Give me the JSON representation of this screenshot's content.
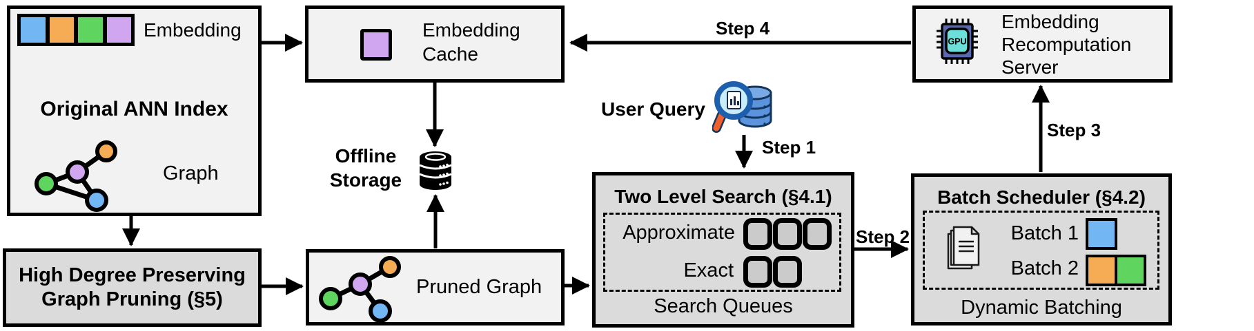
{
  "ann_index": {
    "title": "Original ANN Index",
    "embedding_label": "Embedding",
    "graph_label": "Graph"
  },
  "embedding_cache": {
    "label": "Embedding Cache"
  },
  "offline_storage": {
    "label": "Offline Storage"
  },
  "user_query": {
    "label": "User Query"
  },
  "two_level_search": {
    "title": "Two Level Search (§4.1)",
    "approximate_label": "Approximate",
    "exact_label": "Exact",
    "footer": "Search Queues"
  },
  "batch_scheduler": {
    "title": "Batch Scheduler (§4.2)",
    "batch1_label": "Batch 1",
    "batch2_label": "Batch 2",
    "footer": "Dynamic Batching"
  },
  "recomputation_server": {
    "line1": "Embedding",
    "line2": "Recomputation",
    "line3": "Server",
    "gpu_label": "GPU"
  },
  "graph_pruning": {
    "line1": "High Degree Preserving",
    "line2": "Graph Pruning (§5)"
  },
  "pruned_graph": {
    "label": "Pruned Graph"
  },
  "steps": {
    "s1": "Step 1",
    "s2": "Step 2",
    "s3": "Step 3",
    "s4": "Step 4"
  },
  "colors": {
    "vector_blue": "#72b6f3",
    "vector_orange": "#f6ab55",
    "vector_green": "#5fd45f",
    "vector_purple": "#cfa6ef",
    "box_light": "#f2f2f2",
    "box_dark": "#dbdbdb",
    "gpu_body": "#5a69ae",
    "gpu_core": "#6ce0d8",
    "magnifier_ring": "#1d5fad",
    "magnifier_handle": "#f0602c",
    "query_db_blue": "#5b93dd"
  }
}
